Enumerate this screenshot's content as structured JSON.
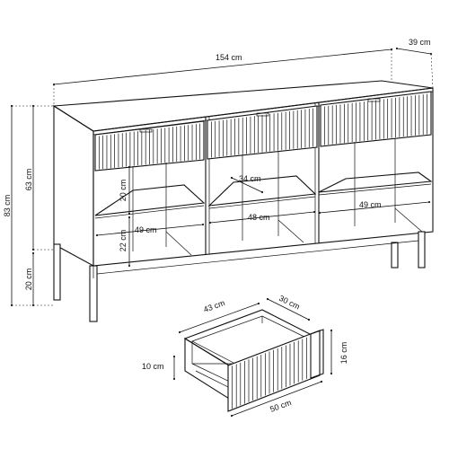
{
  "dimensions": {
    "width": "154 cm",
    "depth": "39 cm",
    "height_total": "83 cm",
    "height_body": "63 cm",
    "leg_height": "20 cm",
    "shelf_depth": "34 cm",
    "shelf_gap_upper": "20 cm",
    "shelf_gap_lower": "22 cm",
    "compartment_left": "49 cm",
    "compartment_middle": "48 cm",
    "compartment_right": "49 cm"
  },
  "drawer": {
    "length": "43 cm",
    "depth": "30 cm",
    "height": "16 cm",
    "inner_height": "10 cm",
    "front_width": "50 cm"
  }
}
